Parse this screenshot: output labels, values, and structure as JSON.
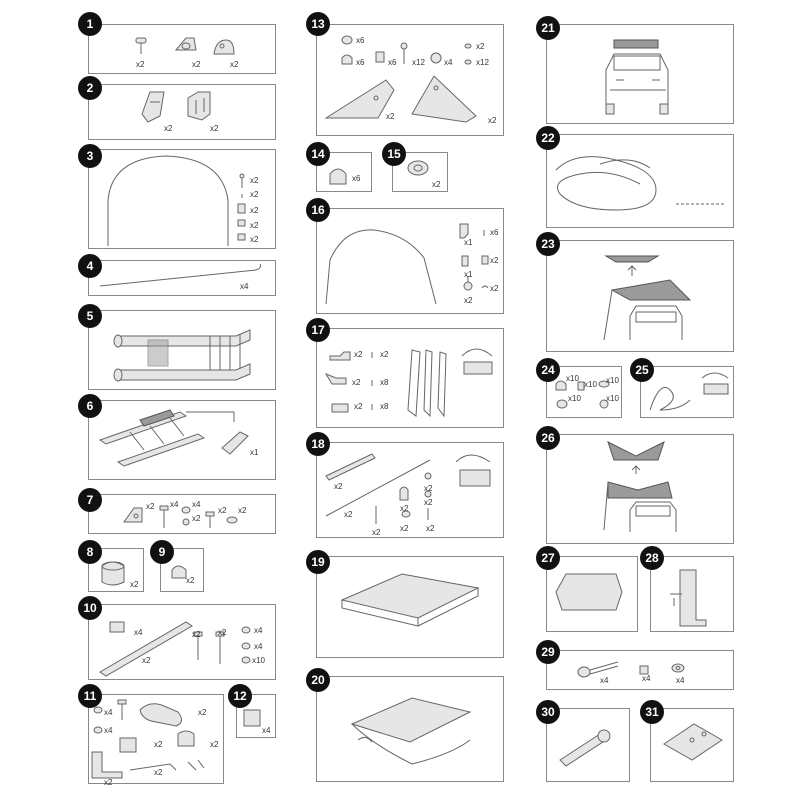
{
  "steps": [
    {
      "n": "1",
      "q": [
        "x2",
        "x2",
        "x2"
      ]
    },
    {
      "n": "2",
      "q": [
        "x2",
        "x2"
      ]
    },
    {
      "n": "3",
      "q": [
        "x2",
        "x2",
        "x2",
        "x2",
        "x2"
      ]
    },
    {
      "n": "4",
      "q": [
        "x4"
      ]
    },
    {
      "n": "5",
      "q": []
    },
    {
      "n": "6",
      "q": [
        "x1"
      ]
    },
    {
      "n": "7",
      "q": [
        "x2",
        "x4",
        "x4",
        "x2",
        "x2",
        "x2"
      ]
    },
    {
      "n": "8",
      "q": [
        "x2"
      ]
    },
    {
      "n": "9",
      "q": [
        "x2"
      ]
    },
    {
      "n": "10",
      "q": [
        "x4",
        "x2",
        "x2",
        "x4",
        "x4",
        "x10",
        "x2"
      ]
    },
    {
      "n": "11",
      "q": [
        "x4",
        "x2",
        "x4",
        "x2",
        "x2",
        "x2",
        "x2"
      ]
    },
    {
      "n": "12",
      "q": [
        "x4"
      ]
    },
    {
      "n": "13",
      "q": [
        "x6",
        "x6",
        "x6",
        "x12",
        "x4",
        "x2",
        "x12",
        "x2",
        "x2"
      ]
    },
    {
      "n": "14",
      "q": [
        "x6"
      ]
    },
    {
      "n": "15",
      "q": [
        "x2"
      ]
    },
    {
      "n": "16",
      "q": [
        "x1",
        "x6",
        "x1",
        "x2",
        "x2",
        "x2"
      ]
    },
    {
      "n": "17",
      "q": [
        "x2",
        "x2",
        "x2",
        "x8",
        "x2",
        "x8"
      ]
    },
    {
      "n": "18",
      "q": [
        "x2",
        "x2",
        "x2",
        "x2",
        "x2",
        "x2",
        "x2",
        "x2"
      ]
    },
    {
      "n": "19",
      "q": []
    },
    {
      "n": "20",
      "q": []
    },
    {
      "n": "21",
      "q": []
    },
    {
      "n": "22",
      "q": []
    },
    {
      "n": "23",
      "q": []
    },
    {
      "n": "24",
      "q": [
        "x10",
        "x10",
        "x10",
        "x10",
        "x10"
      ]
    },
    {
      "n": "25",
      "q": []
    },
    {
      "n": "26",
      "q": []
    },
    {
      "n": "27",
      "q": []
    },
    {
      "n": "28",
      "q": []
    },
    {
      "n": "29",
      "q": [
        "x4",
        "x4",
        "x4"
      ]
    },
    {
      "n": "30",
      "q": []
    },
    {
      "n": "31",
      "q": []
    }
  ]
}
